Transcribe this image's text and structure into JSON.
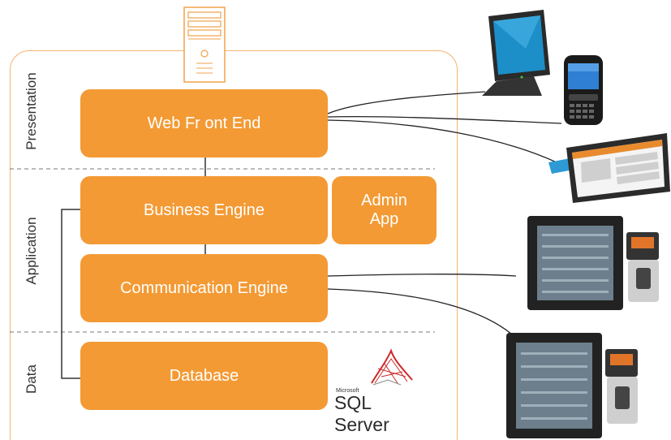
{
  "layers": {
    "presentation": "Presentation",
    "application": "Application",
    "data": "Data"
  },
  "boxes": {
    "web_front_end": "Web Fr ont End",
    "business_engine": "Business Engine",
    "admin_app_line1": "Admin",
    "admin_app_line2": "App",
    "communication_engine": "Communication Engine",
    "database": "Database"
  },
  "logo": {
    "microsoft": "Microsoft",
    "sql_server": "SQL Server"
  },
  "colors": {
    "box_fill": "#f39a34",
    "frame_border": "#f1b46f",
    "text_on_box": "#ffffff",
    "sql_logo_red": "#cc2a2a"
  },
  "icons": [
    "server-tower-icon",
    "touch-monitor-icon",
    "smartphone-icon",
    "tablet-icon",
    "key-cabinet-icon",
    "sql-server-logo"
  ]
}
